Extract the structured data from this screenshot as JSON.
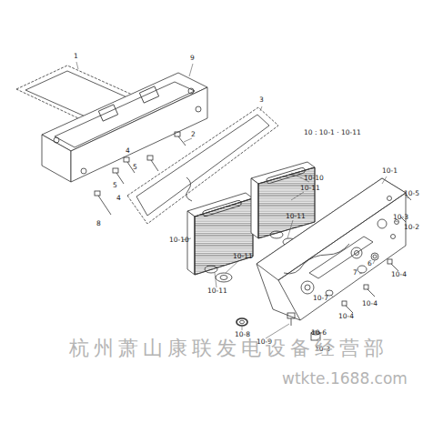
{
  "diagram": {
    "labels": [
      "1",
      "9",
      "3",
      "10 : 10-1 · 10-11",
      "2",
      "4",
      "5",
      "5",
      "4",
      "8",
      "10-10",
      "10-11",
      "10-1",
      "10-5",
      "10-3",
      "10-2",
      "10-11",
      "10-10",
      "10-11",
      "10-11",
      "6",
      "7",
      "10-4",
      "10-4",
      "10-7",
      "10-4",
      "10-8",
      "10-9",
      "10-6",
      "10-3",
      "杭州萧山康联发电设备经营部",
      "wtkte.1688.com"
    ]
  }
}
